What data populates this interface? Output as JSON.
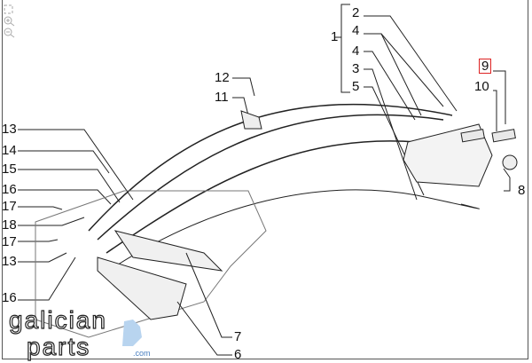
{
  "viewer": {
    "controls": [
      "fit-icon",
      "zoom-in-icon",
      "zoom-out-icon"
    ]
  },
  "labels": {
    "top_group": [
      "2",
      "4",
      "1",
      "4",
      "3",
      "5"
    ],
    "l12": "12",
    "l11": "11",
    "l9": "9",
    "l10": "10",
    "l8": "8",
    "left": [
      "13",
      "14",
      "15",
      "16",
      "17",
      "18",
      "17",
      "13",
      "16"
    ],
    "l7": "7",
    "l6": "6"
  },
  "highlight_color": "#dd2222",
  "watermark": {
    "line1": "galician",
    "line2": "parts",
    "suffix": ".com"
  }
}
